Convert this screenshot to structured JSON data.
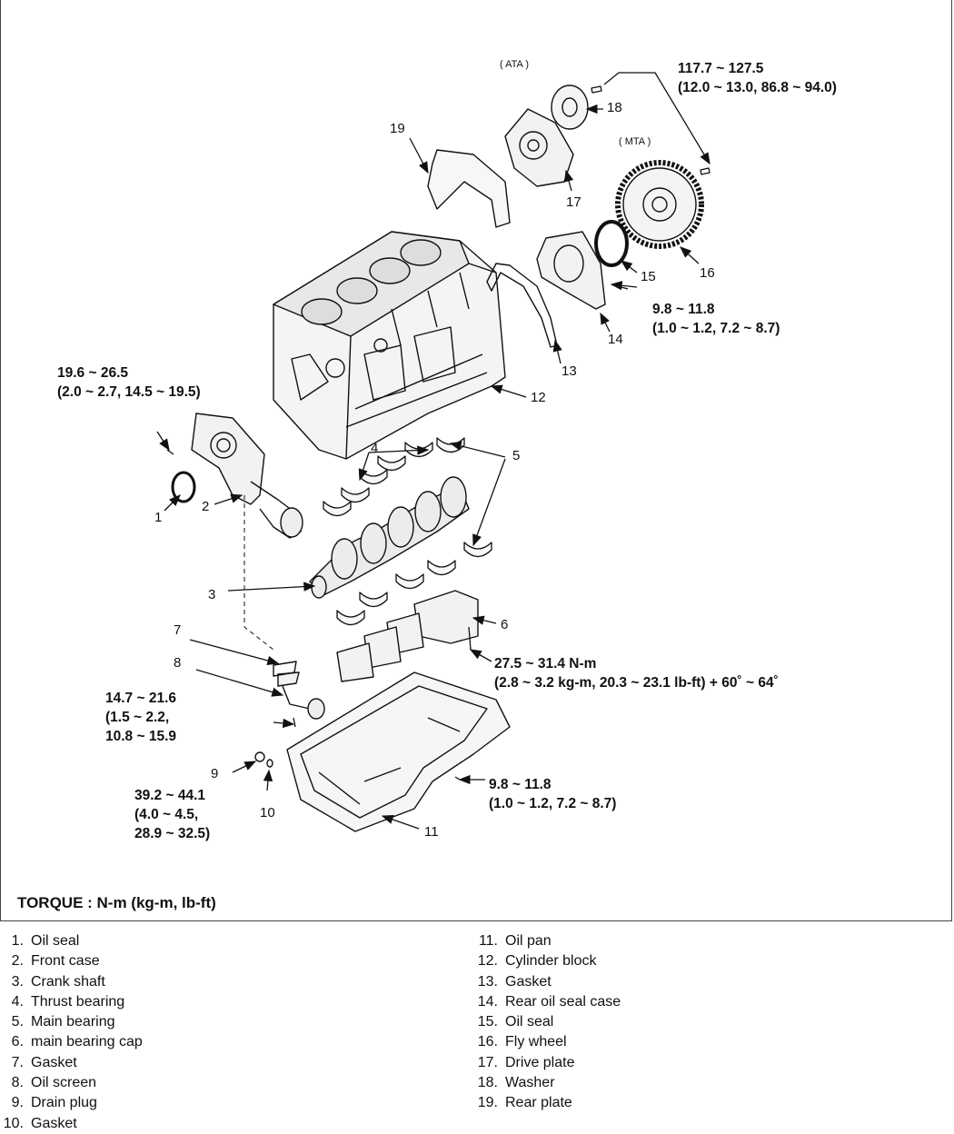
{
  "figure": {
    "labels": {
      "ata": "( ATA )",
      "mta": "( MTA )",
      "callouts": [
        "1",
        "2",
        "3",
        "4",
        "5",
        "6",
        "7",
        "8",
        "9",
        "10",
        "11",
        "12",
        "13",
        "14",
        "15",
        "16",
        "17",
        "18",
        "19"
      ]
    },
    "torque": {
      "t_flywheel_1": "117.7 ~ 127.5",
      "t_flywheel_2": "(12.0 ~ 13.0, 86.8 ~ 94.0)",
      "t_rear_case_1": "9.8 ~ 11.8",
      "t_rear_case_2": "(1.0 ~ 1.2, 7.2 ~ 8.7)",
      "t_front_case_1": "19.6 ~ 26.5",
      "t_front_case_2": "(2.0 ~ 2.7, 14.5 ~ 19.5)",
      "t_bearing_cap_1": "27.5 ~ 31.4 N-m",
      "t_bearing_cap_2": "(2.8 ~ 3.2 kg-m, 20.3 ~ 23.1 lb-ft) + 60˚ ~ 64˚",
      "t_oil_screen_1": "14.7 ~ 21.6",
      "t_oil_screen_2": "(1.5 ~ 2.2,",
      "t_oil_screen_3": "10.8 ~ 15.9",
      "t_drain_plug_1": "39.2 ~ 44.1",
      "t_drain_plug_2": "(4.0 ~ 4.5,",
      "t_drain_plug_3": "28.9 ~ 32.5)",
      "t_oil_pan_1": "9.8 ~ 11.8",
      "t_oil_pan_2": "(1.0 ~ 1.2, 7.2 ~ 8.7)"
    },
    "torque_unit": "TORQUE : N-m (kg-m, lb-ft)"
  },
  "legend": {
    "left": [
      {
        "num": "1.",
        "name": "Oil seal"
      },
      {
        "num": "2.",
        "name": "Front case"
      },
      {
        "num": "3.",
        "name": "Crank shaft"
      },
      {
        "num": "4.",
        "name": "Thrust bearing"
      },
      {
        "num": "5.",
        "name": "Main bearing"
      },
      {
        "num": "6.",
        "name": "main bearing cap"
      },
      {
        "num": "7.",
        "name": "Gasket"
      },
      {
        "num": "8.",
        "name": "Oil screen"
      },
      {
        "num": "9.",
        "name": "Drain plug"
      },
      {
        "num": "10.",
        "name": "Gasket"
      }
    ],
    "right": [
      {
        "num": "11.",
        "name": "Oil pan"
      },
      {
        "num": "12.",
        "name": "Cylinder block"
      },
      {
        "num": "13.",
        "name": "Gasket"
      },
      {
        "num": "14.",
        "name": "Rear oil seal case"
      },
      {
        "num": "15.",
        "name": "Oil seal"
      },
      {
        "num": "16.",
        "name": "Fly wheel"
      },
      {
        "num": "17.",
        "name": "Drive plate"
      },
      {
        "num": "18.",
        "name": "Washer"
      },
      {
        "num": "19.",
        "name": "Rear plate"
      }
    ]
  }
}
